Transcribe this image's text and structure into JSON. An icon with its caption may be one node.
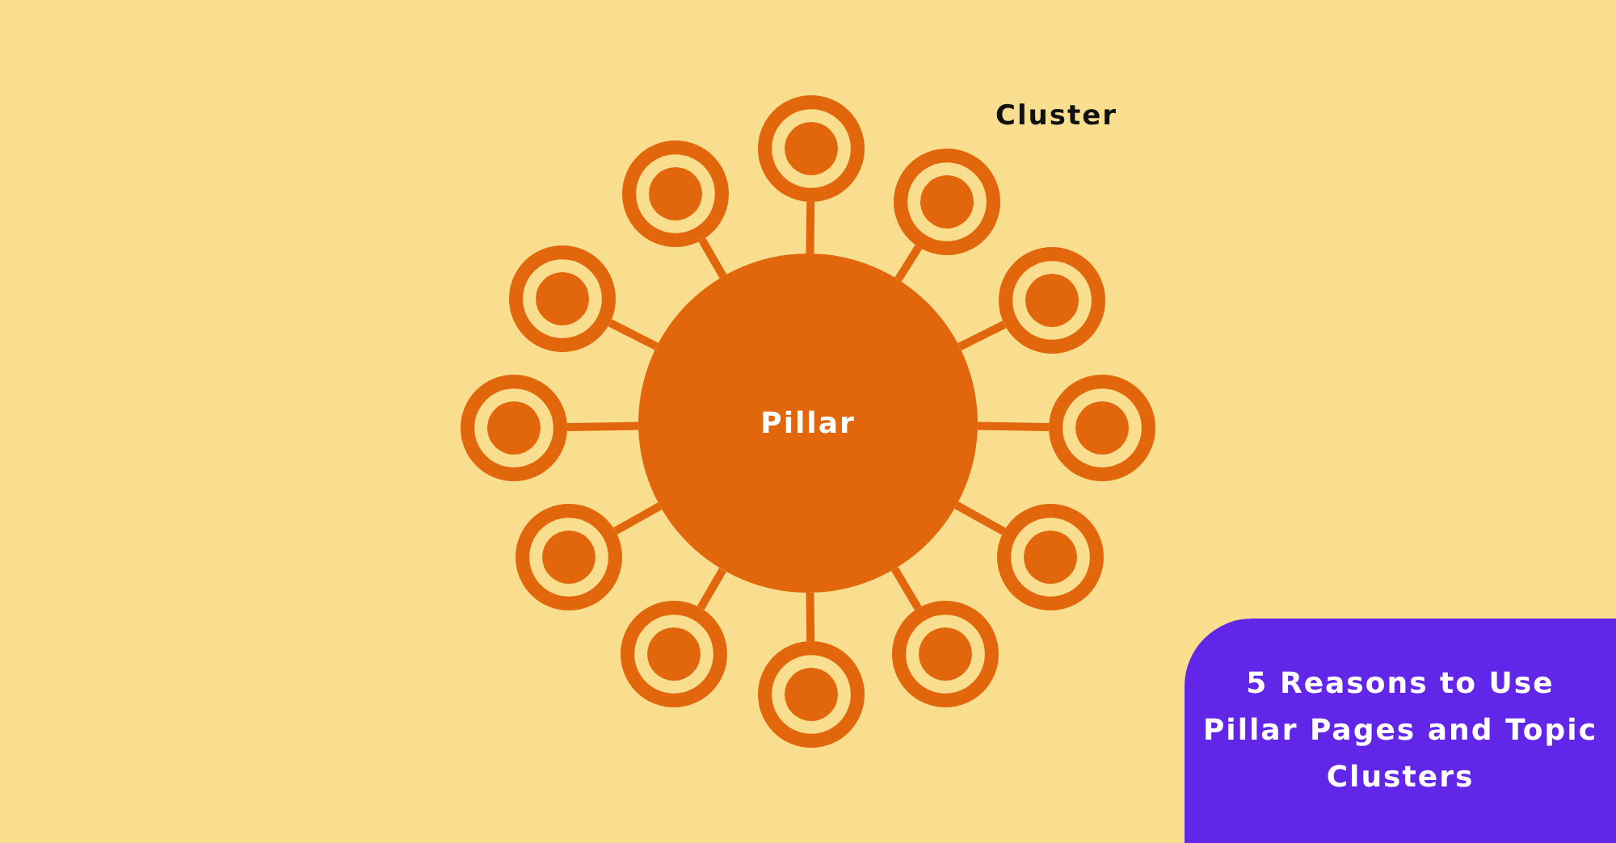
{
  "diagram": {
    "title": "5 Reasons to Use Pillar Pages and Topic Clusters",
    "nodes": [
      {
        "text": [
          "Pillar"
        ]
      },
      {
        "text": [],
        "shape": "circle"
      },
      {
        "text": [],
        "shape": "circle"
      },
      {
        "text": [],
        "shape": "circle"
      },
      {
        "text": [],
        "shape": "circle"
      },
      {
        "text": [],
        "shape": "circle"
      },
      {
        "text": [],
        "shape": "circle"
      },
      {
        "text": [],
        "shape": "circle"
      },
      {
        "text": [],
        "shape": "circle"
      },
      {
        "text": [],
        "shape": "circle"
      },
      {
        "text": [],
        "shape": "circle"
      },
      {
        "text": [],
        "shape": "circle"
      },
      {
        "text": [],
        "shape": "circle"
      }
    ],
    "edges": [
      {
        "from": 0,
        "to": 1,
        "arrow": "none"
      },
      {
        "from": 0,
        "to": 2,
        "arrow": "none"
      },
      {
        "from": 0,
        "to": 3,
        "arrow": "none"
      },
      {
        "from": 0,
        "to": 4,
        "arrow": "none"
      },
      {
        "from": 0,
        "to": 5,
        "arrow": "none"
      },
      {
        "from": 0,
        "to": 6,
        "arrow": "none"
      },
      {
        "from": 0,
        "to": 7,
        "arrow": "none"
      },
      {
        "from": 0,
        "to": 8,
        "arrow": "none"
      },
      {
        "from": 0,
        "to": 9,
        "arrow": "none"
      },
      {
        "from": 0,
        "to": 10,
        "arrow": "none"
      },
      {
        "from": 0,
        "to": 11,
        "arrow": "none"
      },
      {
        "from": 0,
        "to": 12,
        "arrow": "none"
      }
    ],
    "labels": [
      "Cluster"
    ]
  }
}
